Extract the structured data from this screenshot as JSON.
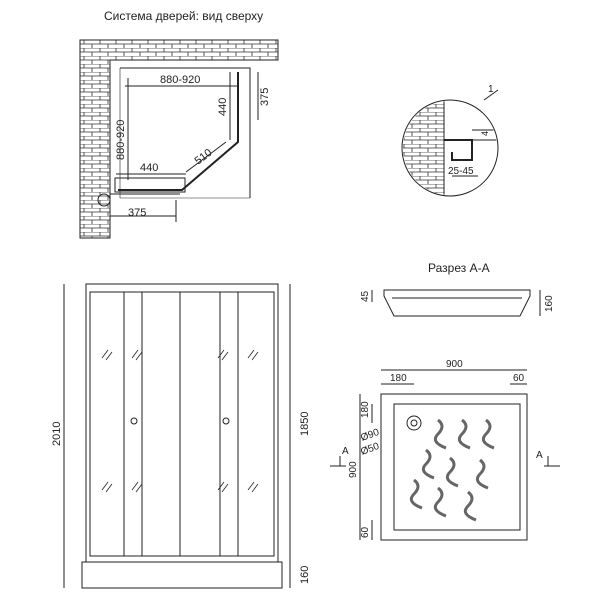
{
  "top_view": {
    "title": "Система дверей: вид сверху",
    "dims": {
      "width": "880-920",
      "depth": "880-920",
      "right_panel": "440",
      "right_offset": "375",
      "front_panel": "440",
      "bottom_offset": "375",
      "diagonal": "510"
    }
  },
  "detail": {
    "marker": "1",
    "gap": "4",
    "range": "25-45"
  },
  "front_view": {
    "total_height": "2010",
    "door_height": "1850",
    "tray_height": "160"
  },
  "section": {
    "title": "Разрез А-А",
    "dims": {
      "rim": "45",
      "height": "160"
    }
  },
  "tray_plan": {
    "dims": {
      "width": "900",
      "drain_x": "180",
      "right_rim": "60",
      "depth": "900",
      "drain_y": "180",
      "bottom_rim": "60",
      "d90": "Ø90",
      "d50": "Ø50"
    },
    "section_marks": {
      "left": "A",
      "right": "A"
    }
  },
  "colors": {
    "ink": "#222222",
    "brick": "#333333"
  }
}
